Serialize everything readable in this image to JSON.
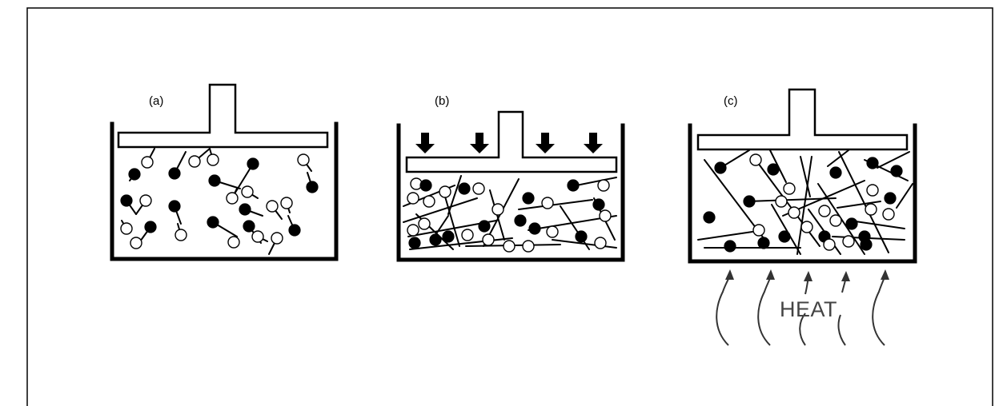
{
  "panels": [
    {
      "id": "a",
      "label": "(a)"
    },
    {
      "id": "b",
      "label": "(b)"
    },
    {
      "id": "c",
      "label": "(c)"
    }
  ],
  "heat_label": "HEAT"
}
